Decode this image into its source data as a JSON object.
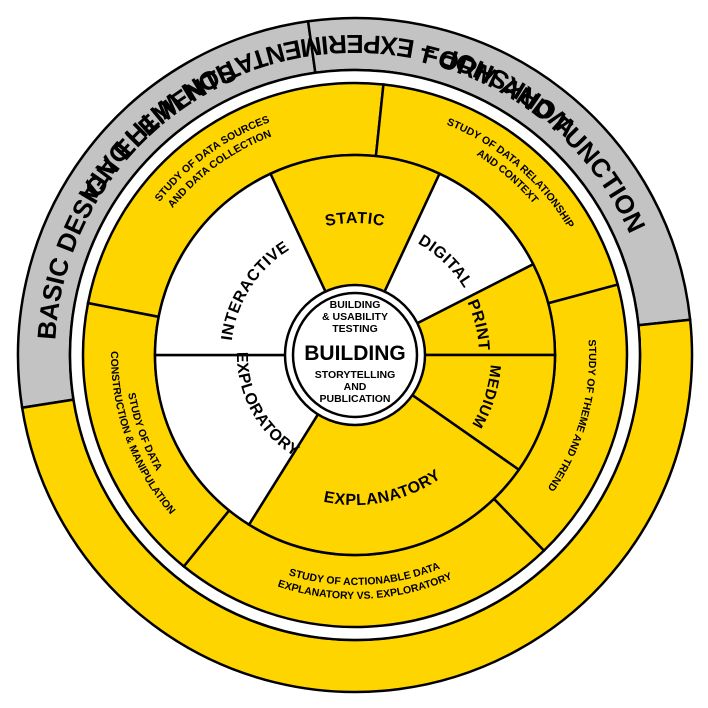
{
  "colors": {
    "yellow": "#ffd500",
    "gray": "#c3c3c3",
    "white": "#ffffff",
    "line": "#000000"
  },
  "outer_ring": [
    {
      "label": "BASIC DESIGN ELEMENTS",
      "fill": "gray"
    },
    {
      "label": "FORM AND FUNCTION",
      "fill": "gray"
    },
    {
      "label": "WORKSHOP – EXPERIMENTATION WITH DATA",
      "fill": "yellow"
    }
  ],
  "study_ring": [
    {
      "lines": [
        "STUDY OF DATA SOURCES",
        "AND DATA COLLECTION"
      ]
    },
    {
      "lines": [
        "STUDY OF DATA RELATIONSHIP",
        "AND CONTEXT"
      ]
    },
    {
      "lines": [
        "STUDY OF THEME AND TREND"
      ]
    },
    {
      "lines": [
        "STUDY OF ACTIONABLE DATA",
        "EXPLANATORY VS. EXPLORATORY"
      ]
    },
    {
      "lines": [
        "STUDY OF DATA",
        "CONSTRUCTION & MANIPULATION"
      ]
    }
  ],
  "mode_ring": [
    {
      "label": "STATIC",
      "fill": "yellow"
    },
    {
      "label": "DIGITAL",
      "fill": "white"
    },
    {
      "label": "PRINT",
      "fill": "yellow"
    },
    {
      "label": "MEDIUM",
      "fill": "yellow"
    },
    {
      "label": "EXPLANATORY",
      "fill": "yellow"
    },
    {
      "label": "EXPLORATORY",
      "fill": "white"
    },
    {
      "label": "INTERACTIVE",
      "fill": "white"
    }
  ],
  "center": {
    "top_lines": [
      "BUILDING",
      "& USABILITY",
      "TESTING"
    ],
    "title": "BUILDING",
    "bottom_lines": [
      "STORYTELLING",
      "AND",
      "PUBLICATION"
    ]
  }
}
